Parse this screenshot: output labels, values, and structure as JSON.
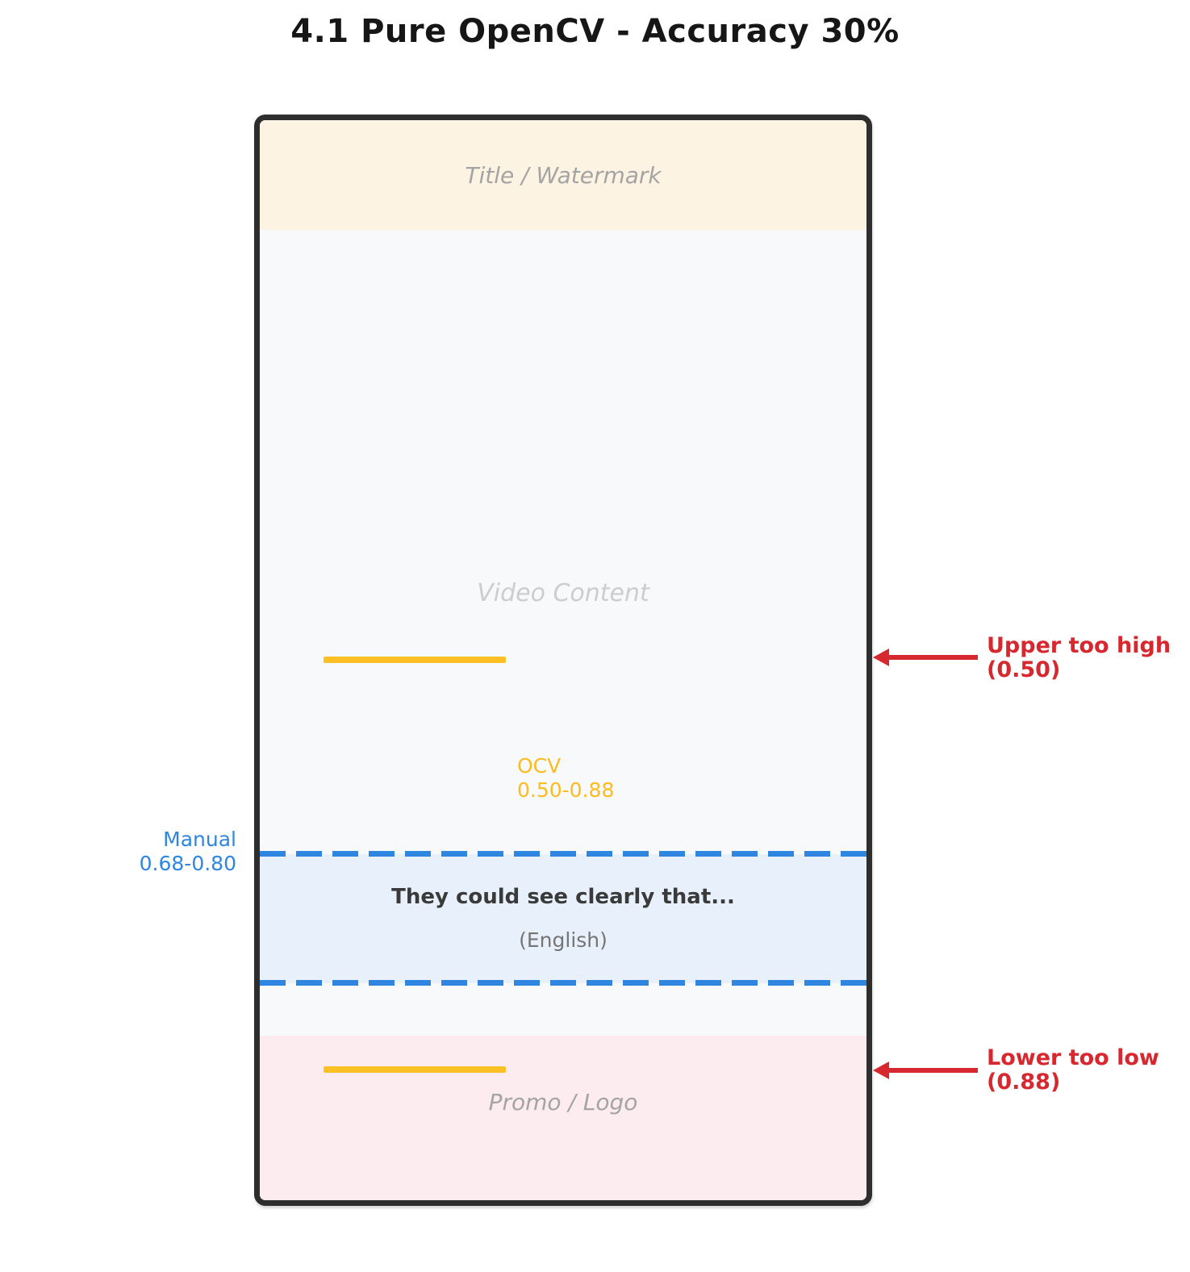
{
  "page_title": "4.1 Pure OpenCV - Accuracy 30%",
  "frame": {
    "title_watermark_label": "Title / Watermark",
    "video_content_label": "Video Content",
    "promo_logo_label": "Promo / Logo"
  },
  "subtitle_zone": {
    "text": "They could see clearly that...",
    "language": "(English)"
  },
  "ocv_detection": {
    "label": "OCV",
    "range": "0.50-0.88"
  },
  "manual_detection": {
    "label": "Manual",
    "range": "0.68-0.80"
  },
  "annotations": {
    "upper": {
      "label": "Upper too high",
      "value": "(0.50)"
    },
    "lower": {
      "label": "Lower too low",
      "value": "(0.88)"
    }
  },
  "colors": {
    "ocv_line": "#fcbf24",
    "manual_line": "#2e86e0",
    "annotation_red": "#d7282f",
    "title_watermark_bg": "#fdf3e3",
    "video_bg": "#f8f9fa",
    "subtitle_bg": "#e8f1fb",
    "promo_bg": "#fcecef",
    "frame_border": "#2e2e2e"
  }
}
